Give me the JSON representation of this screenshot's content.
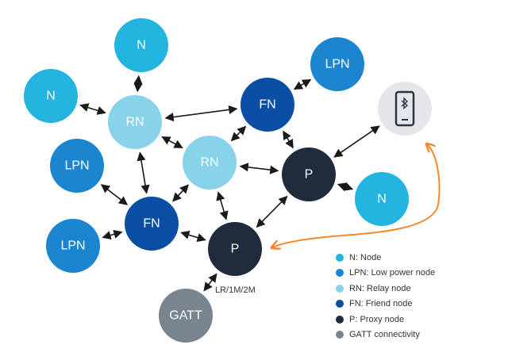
{
  "colors": {
    "node": "#24b4e0",
    "low_power_node": "#1b86cf",
    "relay_node": "#88d3ea",
    "friend_node": "#0a4fa3",
    "proxy_node": "#1f2c3c",
    "gatt": "#78848e",
    "phone_bg": "#e4e6e9",
    "phone_outline": "#2b3441",
    "edge": "#1a1a1a",
    "orange_path": "#f6882a"
  },
  "nodes": [
    {
      "id": "n-top",
      "label": "N",
      "kind": "node"
    },
    {
      "id": "n-left",
      "label": "N",
      "kind": "node"
    },
    {
      "id": "n-right",
      "label": "N",
      "kind": "node"
    },
    {
      "id": "lpn-top-right",
      "label": "LPN",
      "kind": "low_power_node"
    },
    {
      "id": "lpn-left",
      "label": "LPN",
      "kind": "low_power_node"
    },
    {
      "id": "lpn-bottom-left",
      "label": "LPN",
      "kind": "low_power_node"
    },
    {
      "id": "rn-left",
      "label": "RN",
      "kind": "relay_node"
    },
    {
      "id": "rn-center",
      "label": "RN",
      "kind": "relay_node"
    },
    {
      "id": "fn-top",
      "label": "FN",
      "kind": "friend_node"
    },
    {
      "id": "fn-bottom",
      "label": "FN",
      "kind": "friend_node"
    },
    {
      "id": "p-right",
      "label": "P",
      "kind": "proxy_node"
    },
    {
      "id": "p-bottom",
      "label": "P",
      "kind": "proxy_node"
    },
    {
      "id": "gatt",
      "label": "GATT",
      "kind": "gatt"
    }
  ],
  "phone": {
    "icon": "smartphone-bluetooth-icon"
  },
  "edges": [
    {
      "from": "n-top",
      "to": "rn-left"
    },
    {
      "from": "n-left",
      "to": "rn-left"
    },
    {
      "from": "rn-left",
      "to": "fn-top"
    },
    {
      "from": "rn-left",
      "to": "rn-center"
    },
    {
      "from": "rn-left",
      "to": "fn-bottom"
    },
    {
      "from": "lpn-left",
      "to": "fn-bottom"
    },
    {
      "from": "lpn-bottom-left",
      "to": "fn-bottom"
    },
    {
      "from": "fn-bottom",
      "to": "rn-center"
    },
    {
      "from": "fn-bottom",
      "to": "p-bottom"
    },
    {
      "from": "rn-center",
      "to": "fn-top"
    },
    {
      "from": "rn-center",
      "to": "p-right"
    },
    {
      "from": "rn-center",
      "to": "p-bottom"
    },
    {
      "from": "lpn-top-right",
      "to": "fn-top"
    },
    {
      "from": "fn-top",
      "to": "p-right"
    },
    {
      "from": "p-right",
      "to": "phone"
    },
    {
      "from": "p-right",
      "to": "n-right"
    },
    {
      "from": "p-right",
      "to": "p-bottom"
    },
    {
      "from": "p-bottom",
      "to": "gatt",
      "label": "LR/1M/2M"
    }
  ],
  "legend": [
    {
      "kind": "node",
      "label": "N: Node"
    },
    {
      "kind": "low_power_node",
      "label": "LPN: Low power node"
    },
    {
      "kind": "relay_node",
      "label": "RN: Relay node"
    },
    {
      "kind": "friend_node",
      "label": "FN: Friend node"
    },
    {
      "kind": "proxy_node",
      "label": "P: Proxy node"
    },
    {
      "kind": "gatt",
      "label": "GATT connectivity"
    }
  ]
}
